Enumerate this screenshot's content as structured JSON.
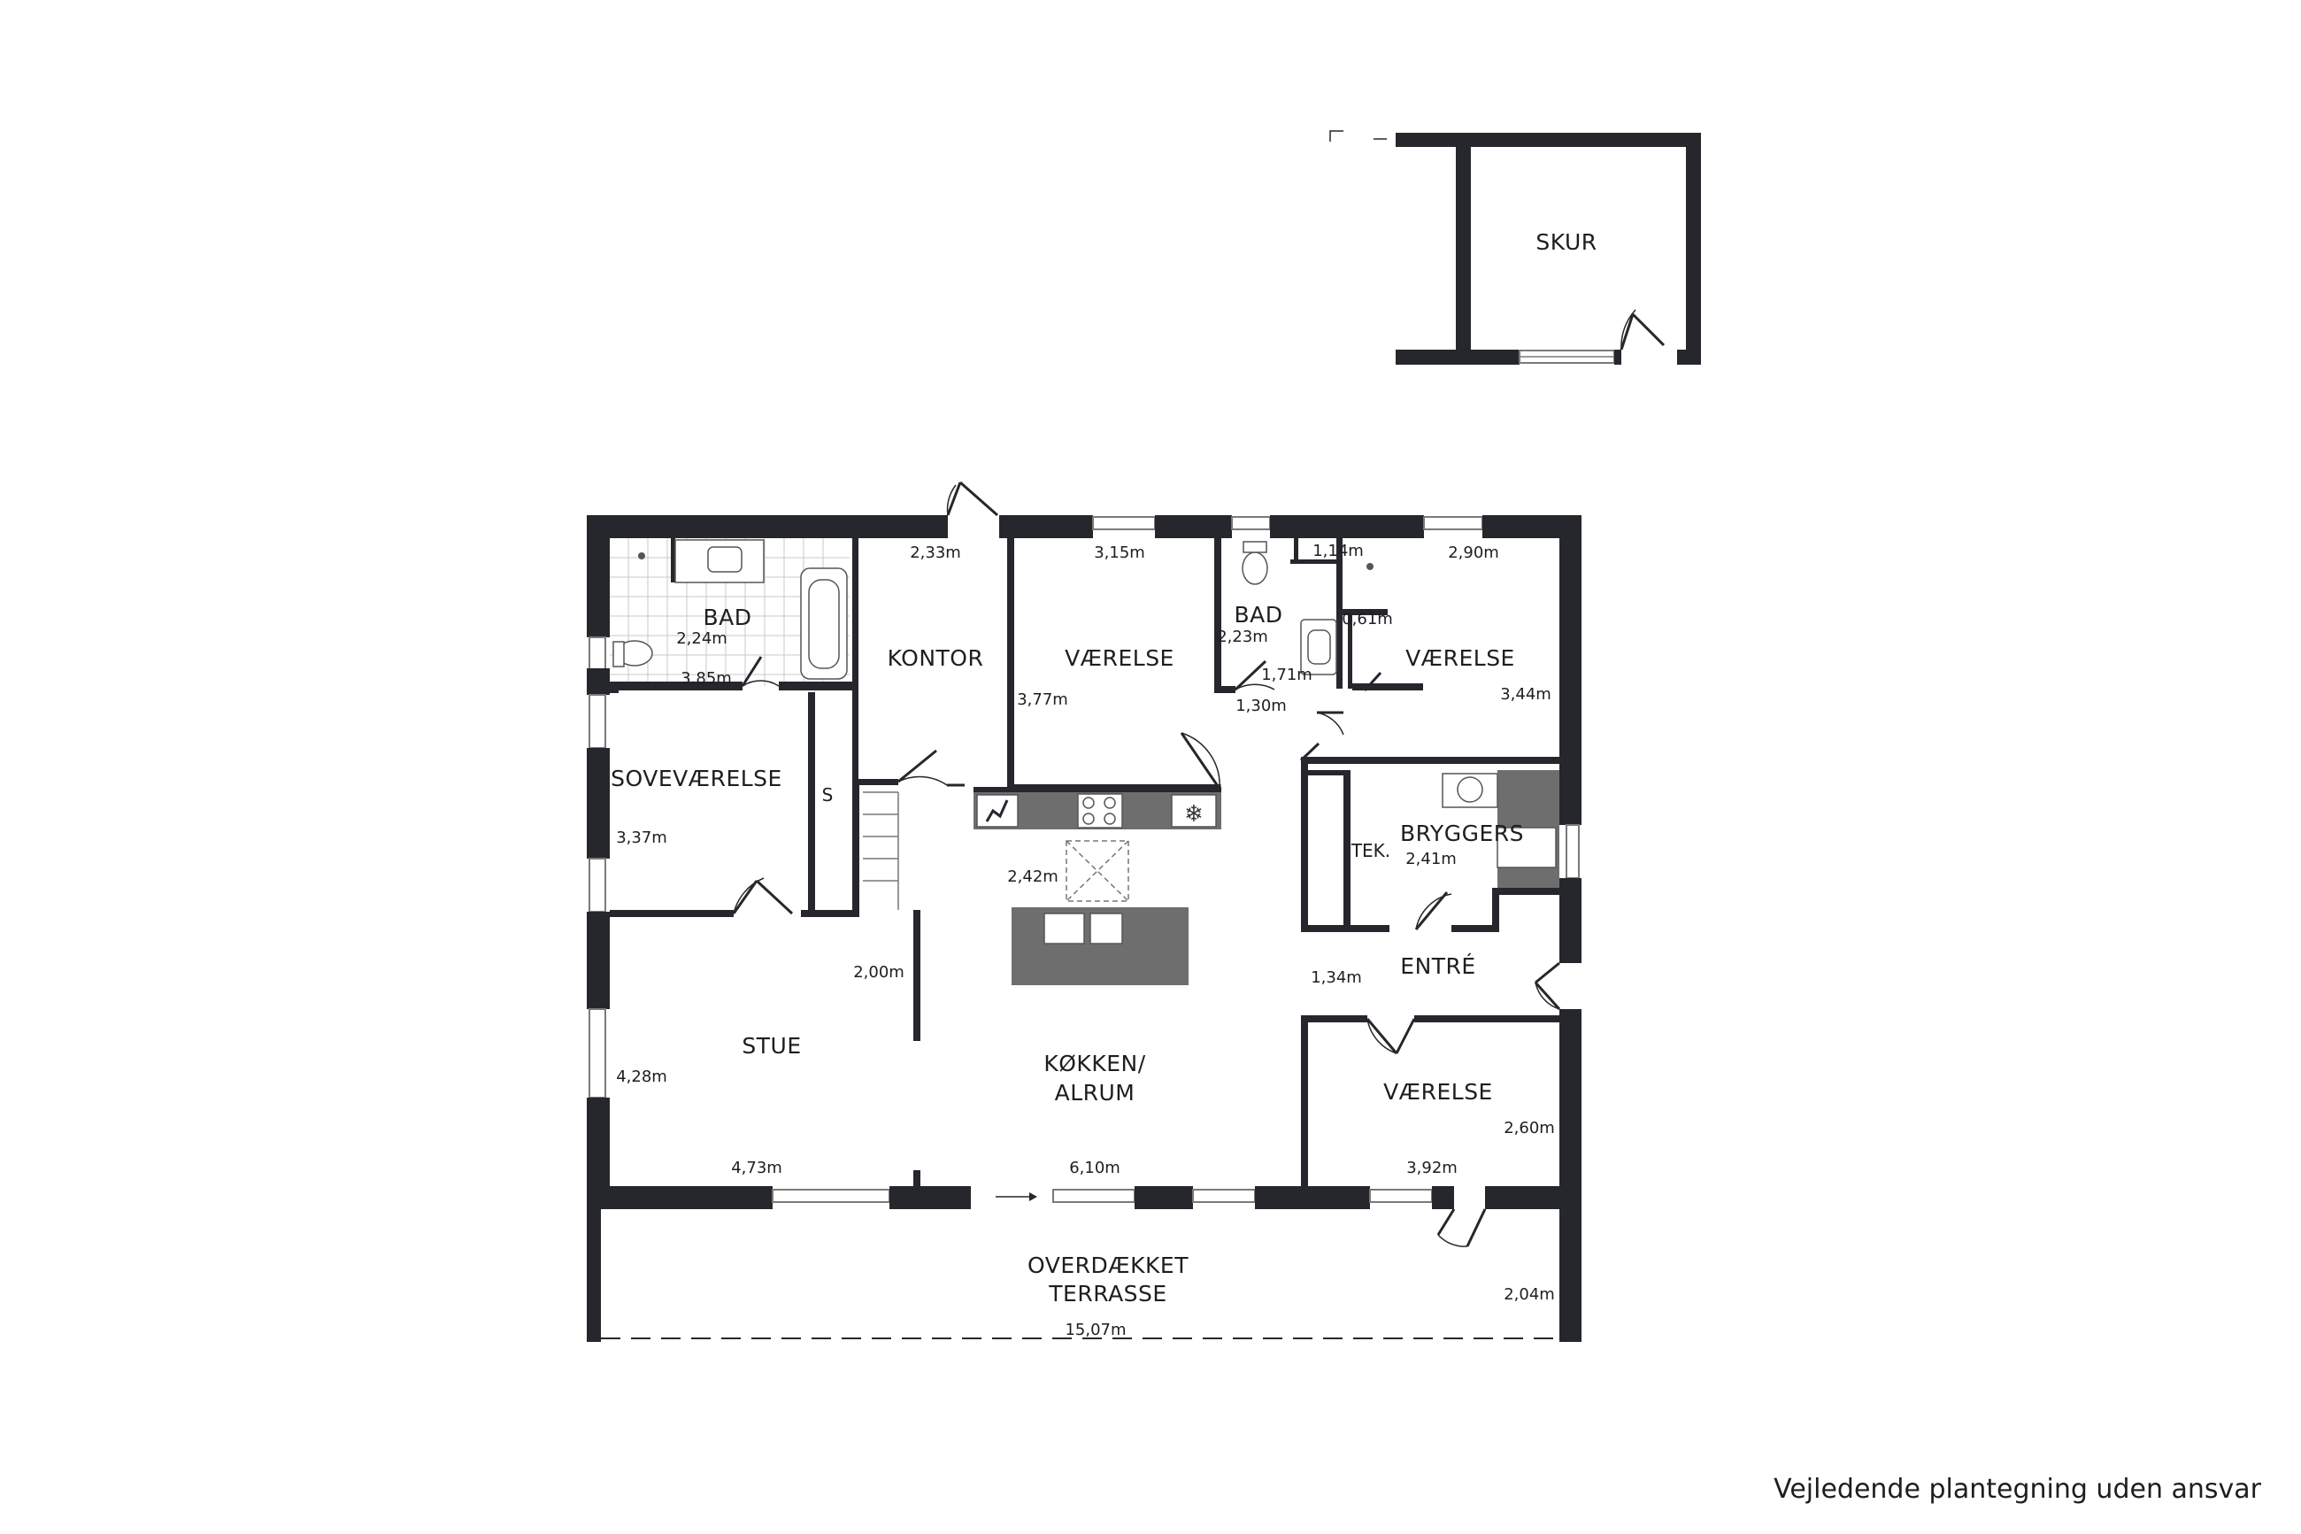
{
  "disclaimer": "Vejledende plantegning uden ansvar",
  "rooms": {
    "skur": "SKUR",
    "bad_left": "BAD",
    "kontor": "KONTOR",
    "vaerelse_1": "VÆRELSE",
    "bad_right": "BAD",
    "vaerelse_2": "VÆRELSE",
    "sovevaerelse": "SOVEVÆRELSE",
    "s_marker": "S",
    "bryggers": "BRYGGERS",
    "tek": "TEK.",
    "entre": "ENTRÉ",
    "stue": "STUE",
    "koekken_line1": "KØKKEN/",
    "koekken_line2": "ALRUM",
    "vaerelse_3": "VÆRELSE",
    "terrasse_line1": "OVERDÆKKET",
    "terrasse_line2": "TERRASSE"
  },
  "dimensions": {
    "bad_left_height": "2,24m",
    "bad_left_width": "3,85m",
    "kontor_width": "2,33m",
    "vaerelse_1_width": "3,15m",
    "vaerelse_1_height": "3,77m",
    "bad_right_height": "2,23m",
    "bad_right_top": "1,14m",
    "bad_right_side": "0,61m",
    "bad_right_bottom": "1,71m",
    "hall_width": "1,30m",
    "vaerelse_2_width": "2,90m",
    "vaerelse_2_height": "3,44m",
    "sovevaerelse_height": "3,37m",
    "koekken_island": "2,42m",
    "bryggers_height": "2,41m",
    "stue_side": "2,00m",
    "entre_width": "1,34m",
    "stue_height": "4,28m",
    "vaerelse_3_height": "2,60m",
    "stue_width": "4,73m",
    "koekken_width": "6,10m",
    "vaerelse_3_width": "3,92m",
    "terrasse_height": "2,04m",
    "terrasse_width": "15,07m"
  }
}
